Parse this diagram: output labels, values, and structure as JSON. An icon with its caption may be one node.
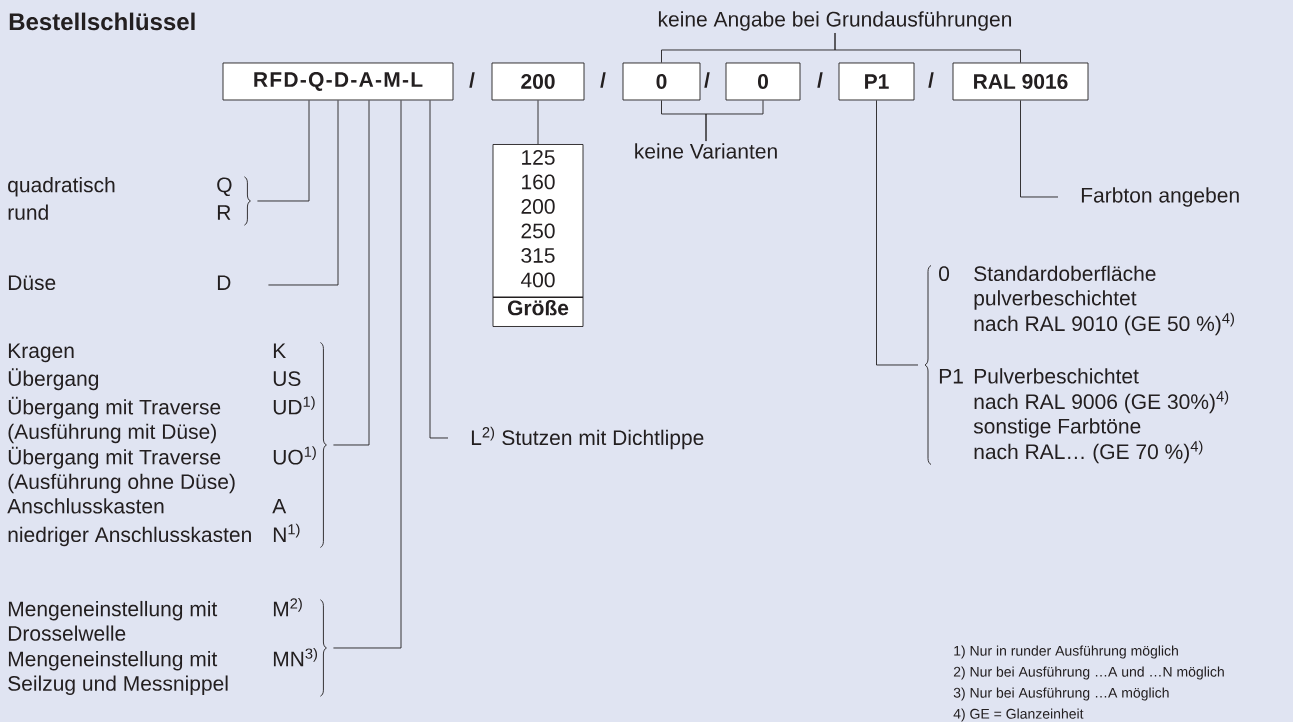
{
  "diagram": {
    "title": "Bestellschlüssel",
    "nodes": [
      {
        "text": [
          "RFD-Q-D-A-M-L"
        ]
      },
      {
        "text": [
          "200"
        ]
      },
      {
        "text": [
          "0"
        ]
      },
      {
        "text": [
          "0"
        ]
      },
      {
        "text": [
          "P1"
        ]
      },
      {
        "text": [
          "RAL 9016"
        ]
      },
      {
        "text": [
          "125",
          "160",
          "200",
          "250",
          "315",
          "400",
          "Größe"
        ]
      },
      {
        "text": [
          "quadratisch",
          "Q",
          "rund",
          "R"
        ]
      },
      {
        "text": [
          "Düse",
          "D"
        ]
      },
      {
        "text": [
          "Kragen",
          "K",
          "Übergang",
          "US",
          "Übergang mit Traverse (Ausführung mit Düse)",
          "UD$^{1)}$",
          "Übergang mit Traverse (Ausführung ohne Düse)",
          "UO$^{1)}$",
          "Anschlusskasten",
          "A",
          "niedriger Anschlusskasten",
          "N$^{1)}$"
        ]
      },
      {
        "text": [
          "Mengeneinstellung mit Drosselwelle",
          "M$^{2)}$",
          "Mengeneinstellung mit Seilzug und Messnippel",
          "MN$^{3)}$"
        ]
      },
      {
        "text": [
          "L$^{2)}$ Stutzen mit Dichtlippe"
        ]
      },
      {
        "text": [
          "keine Varianten"
        ]
      },
      {
        "text": [
          "keine Angabe bei Grundausführungen"
        ]
      },
      {
        "text": [
          "Farbton angeben"
        ]
      },
      {
        "text": [
          "0",
          "Standardoberfläche",
          "pulverbeschichtet",
          "nach RAL 9010 (GE 50 %)$^{4)}$",
          "P1",
          "Pulverbeschichtet",
          "nach RAL 9006 (GE 30%)$^{4)}$",
          "sonstige Farbtöne",
          "nach RAL… (GE 70 %)$^{4)}$"
        ]
      }
    ],
    "edges": [
      {
        "from": 0,
        "to": 7,
        "arrow": "none"
      },
      {
        "from": 0,
        "to": 8,
        "arrow": "none"
      },
      {
        "from": 0,
        "to": 9,
        "arrow": "none"
      },
      {
        "from": 0,
        "to": 10,
        "arrow": "none"
      },
      {
        "from": 0,
        "to": 11,
        "arrow": "none"
      },
      {
        "from": 1,
        "to": 6,
        "arrow": "none"
      },
      {
        "from": 13,
        "to": 2,
        "arrow": "none"
      },
      {
        "from": 13,
        "to": 5,
        "arrow": "none"
      },
      {
        "from": 2,
        "to": 12,
        "arrow": "none"
      },
      {
        "from": 3,
        "to": 12,
        "arrow": "none"
      },
      {
        "from": 4,
        "to": 15,
        "arrow": "none"
      },
      {
        "from": 5,
        "to": 14,
        "arrow": "none"
      }
    ],
    "labels": [
      "/",
      "/",
      "/",
      "/",
      "/",
      "1) Nur in runder Ausführung möglich",
      "2) Nur bei Ausführung …A und …N möglich",
      "3) Nur bei Ausführung …A möglich",
      "4) GE = Glanzeinheit"
    ]
  }
}
